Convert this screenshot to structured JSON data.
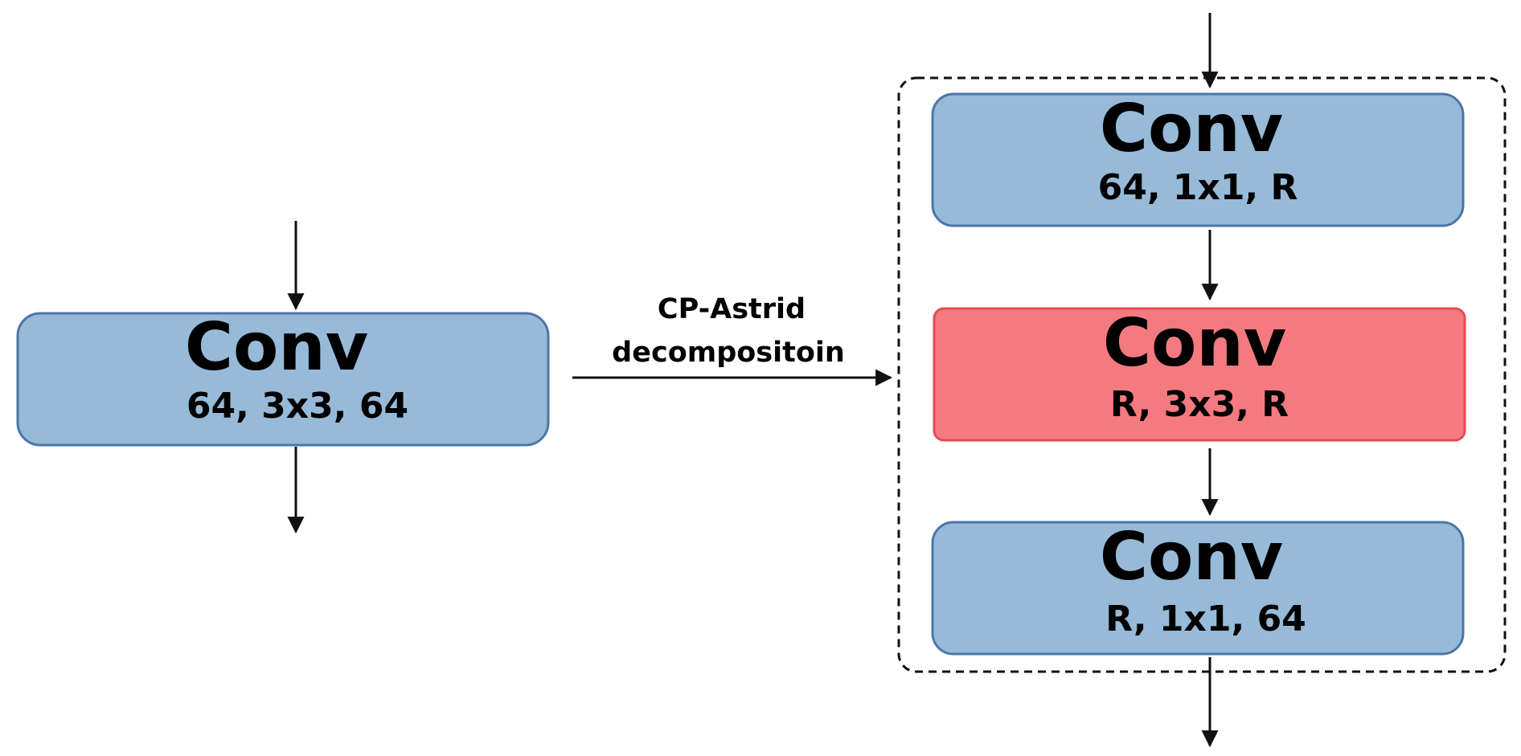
{
  "original": {
    "title": "Conv",
    "spec": "64, 3x3, 64",
    "fill": "#97bad8",
    "stroke": "#4a77a8"
  },
  "transform": {
    "line1": "CP-Astrid",
    "line2": "decompositoin"
  },
  "decomposed": {
    "layers": [
      {
        "title": "Conv",
        "spec": "64, 1x1, R",
        "fill": "#97bad8",
        "stroke": "#4a77a8"
      },
      {
        "title": "Conv",
        "spec": "R, 3x3, R",
        "fill": "#f47a80",
        "stroke": "#e84a55"
      },
      {
        "title": "Conv",
        "spec": "R, 1x1, 64",
        "fill": "#97bad8",
        "stroke": "#4a77a8"
      }
    ]
  },
  "colors": {
    "arrow": "#111111",
    "dashed_border": "#111111",
    "text": "#000000"
  }
}
